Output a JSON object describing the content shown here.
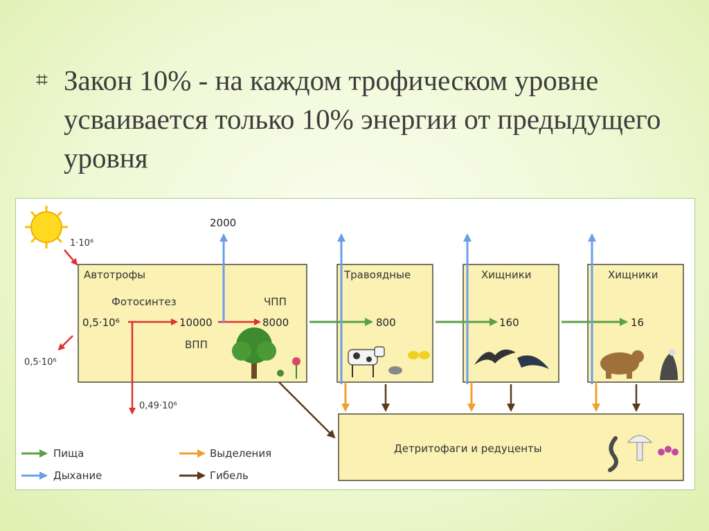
{
  "title": {
    "bullet": "⌗",
    "text": "Закон 10% - на каждом трофическом уровне усваивается только 10% энергии от предыдущего уровня"
  },
  "diagram": {
    "sun_input": "1·10⁶",
    "reflected": "0,5·10⁶",
    "autotrophs": {
      "title": "Автотрофы",
      "photosynthesis": "Фотосинтез",
      "absorbed": "0,5·10⁶",
      "gpp_value": "10000",
      "gpp_label": "ВПП",
      "npp_label": "ЧПП",
      "npp_value": "8000",
      "loss": "0,49·10⁶"
    },
    "respiration_value": "2000",
    "herbivores": {
      "title": "Травоядные",
      "value": "800"
    },
    "predators1": {
      "title": "Хищники",
      "value": "160"
    },
    "predators2": {
      "title": "Хищники",
      "value": "16"
    },
    "decomposers": "Детритофаги и редуценты",
    "legend": [
      {
        "label": "Пища",
        "color": "#5aa046"
      },
      {
        "label": "Дыхание",
        "color": "#6a9ee6"
      },
      {
        "label": "Выделения",
        "color": "#f0a030"
      },
      {
        "label": "Гибель",
        "color": "#5a3a1e"
      }
    ]
  }
}
